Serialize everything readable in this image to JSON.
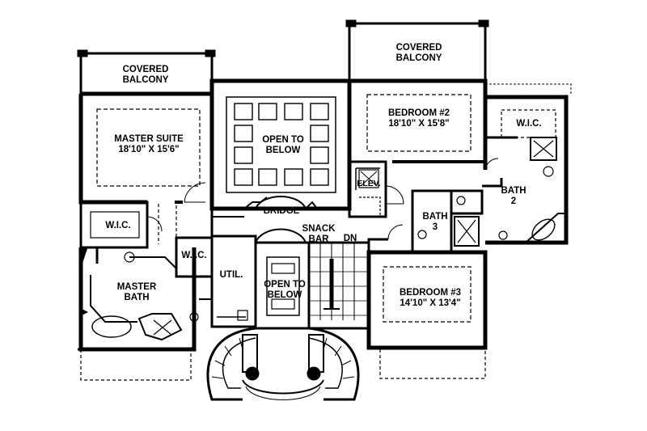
{
  "rooms": {
    "covered_balcony_left": {
      "line1": "COVERED",
      "line2": "BALCONY"
    },
    "covered_balcony_right": {
      "line1": "COVERED",
      "line2": "BALCONY"
    },
    "master_suite": {
      "name": "MASTER SUITE",
      "dims": "18'10\" X 15'6\""
    },
    "open_to_below_upper": {
      "line1": "OPEN TO",
      "line2": "BELOW"
    },
    "bedroom2": {
      "name": "BEDROOM #2",
      "dims": "18'10\" X 15'8\""
    },
    "wic_right": {
      "name": "W.I.C."
    },
    "elevator": {
      "name": "ELEV."
    },
    "bath2": {
      "line1": "BATH",
      "line2": "2"
    },
    "bridge": {
      "name": "BRIDGE"
    },
    "snack_bar": {
      "line1": "SNACK",
      "line2": "BAR"
    },
    "stair_dn": {
      "name": "DN"
    },
    "bath3": {
      "line1": "BATH",
      "line2": "3"
    },
    "wic_left": {
      "name": "W.I.C."
    },
    "wic_center": {
      "name": "W.I.C."
    },
    "util": {
      "name": "UTIL."
    },
    "master_bath": {
      "line1": "MASTER",
      "line2": "BATH"
    },
    "open_to_below_lower": {
      "line1": "OPEN TO",
      "line2": "BELOW"
    },
    "bedroom3": {
      "name": "BEDROOM #3",
      "dims": "14'10\" X 13'4\""
    }
  }
}
